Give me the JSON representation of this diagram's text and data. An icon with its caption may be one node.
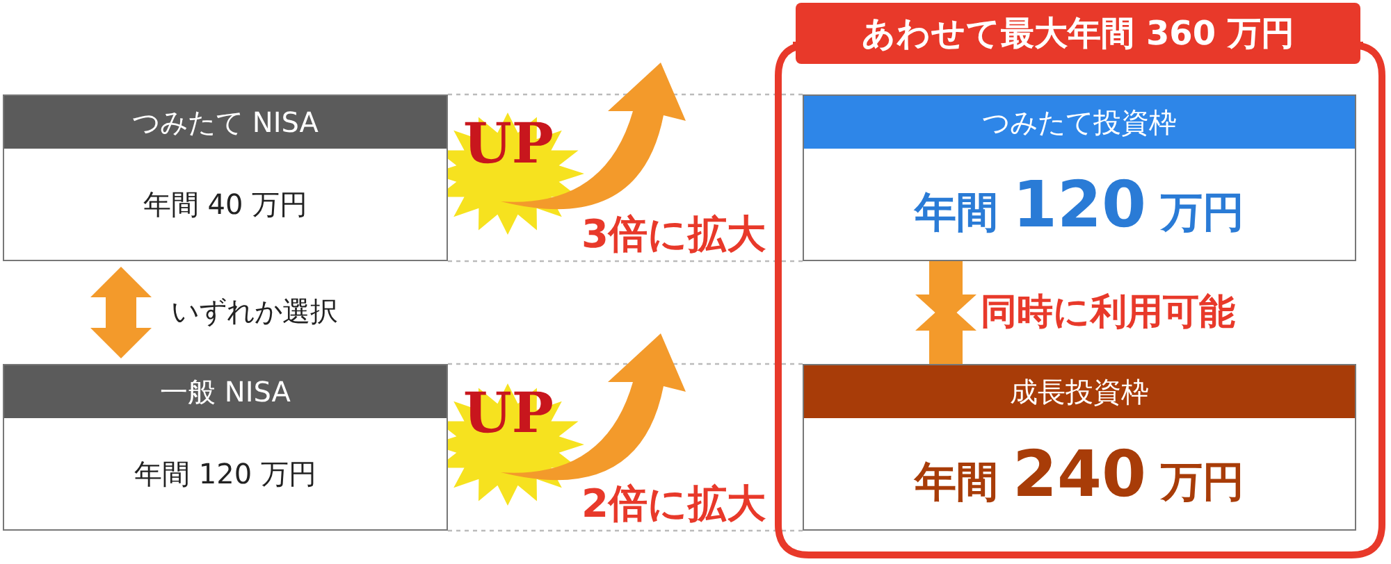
{
  "diagram": {
    "nodes": [
      {
        "text": [
          "つみたて NISA",
          "年間 40 万円"
        ]
      },
      {
        "text": [
          "一般 NISA",
          "年間 120 万円"
        ]
      },
      {
        "text": [
          "あわせて最大年間 360 万円"
        ]
      },
      {
        "text": [
          "つみたて投資枠",
          "年間 120 万円"
        ],
        "in": 2
      },
      {
        "text": [
          "成長投資枠",
          "年間 240 万円"
        ],
        "in": 2
      }
    ],
    "edges": [
      {
        "from": 0,
        "to": 1,
        "arrow": "both",
        "label": "いずれか選択"
      },
      {
        "from": 0,
        "to": 3,
        "arrow": "none",
        "style": "dashed"
      },
      {
        "from": 0,
        "to": 3,
        "arrow": "none",
        "style": "dashed"
      },
      {
        "from": 1,
        "to": 4,
        "arrow": "none",
        "style": "dashed"
      },
      {
        "from": 1,
        "to": 4,
        "arrow": "none",
        "style": "dashed"
      },
      {
        "from": 3,
        "to": null,
        "arrow": "to"
      },
      {
        "from": 4,
        "to": null,
        "arrow": "to"
      }
    ],
    "labels": [
      "UP",
      "3倍に拡大",
      "同時に利用可能",
      "UP",
      "2倍に拡大"
    ]
  }
}
